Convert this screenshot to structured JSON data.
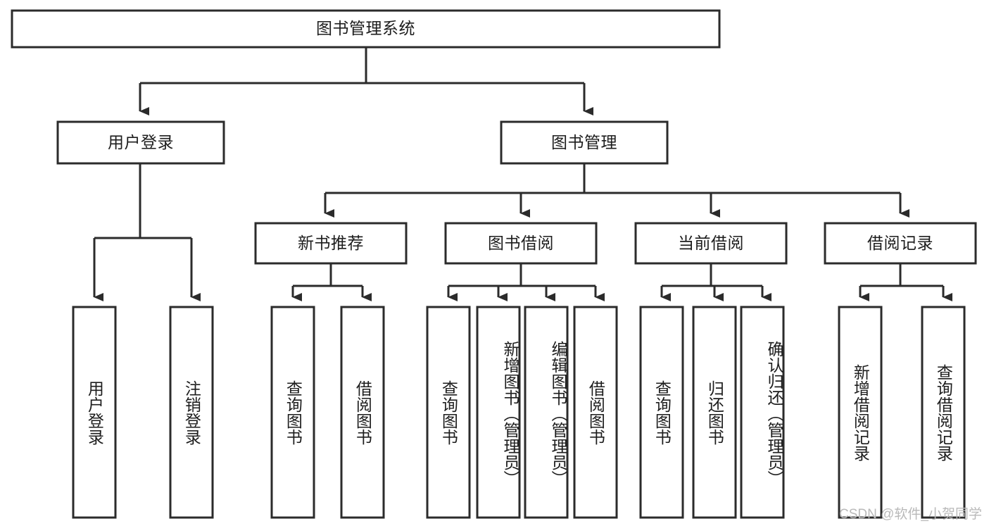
{
  "diagram": {
    "type": "tree-hierarchy",
    "title": "图书管理系统",
    "background_color": "#ffffff",
    "line_color": "#2b2b2b",
    "text_color": "#1d1d1d",
    "levels": 4,
    "nodes": {
      "root": {
        "label": "图书管理系统",
        "level": 0,
        "orientation": "horizontal"
      },
      "l1": [
        {
          "id": "user-login",
          "label": "用户登录",
          "orientation": "horizontal"
        },
        {
          "id": "book-manage",
          "label": "图书管理",
          "orientation": "horizontal"
        }
      ],
      "l2": [
        {
          "id": "new-book-recommend",
          "label": "新书推荐",
          "parent": "book-manage",
          "orientation": "horizontal"
        },
        {
          "id": "book-borrow",
          "label": "图书借阅",
          "parent": "book-manage",
          "orientation": "horizontal"
        },
        {
          "id": "current-borrow",
          "label": "当前借阅",
          "parent": "book-manage",
          "orientation": "horizontal"
        },
        {
          "id": "borrow-record",
          "label": "借阅记录",
          "parent": "book-manage",
          "orientation": "horizontal"
        }
      ],
      "leaves": [
        {
          "id": "leaf-user-login",
          "label": "用户登录",
          "parent": "user-login",
          "orientation": "vertical"
        },
        {
          "id": "leaf-logout-login",
          "label": "注销登录",
          "parent": "user-login",
          "orientation": "vertical"
        },
        {
          "id": "leaf-query-book-1",
          "label": "查询图书",
          "parent": "new-book-recommend",
          "orientation": "vertical"
        },
        {
          "id": "leaf-borrow-book-1",
          "label": "借阅图书",
          "parent": "new-book-recommend",
          "orientation": "vertical"
        },
        {
          "id": "leaf-query-book-2",
          "label": "查询图书",
          "parent": "book-borrow",
          "orientation": "vertical"
        },
        {
          "id": "leaf-add-book",
          "label": "新增图书（管理员）",
          "parent": "book-borrow",
          "orientation": "vertical"
        },
        {
          "id": "leaf-edit-book",
          "label": "编辑图书（管理员）",
          "parent": "book-borrow",
          "orientation": "vertical"
        },
        {
          "id": "leaf-borrow-book-2",
          "label": "借阅图书",
          "parent": "book-borrow",
          "orientation": "vertical"
        },
        {
          "id": "leaf-query-book-3",
          "label": "查询图书",
          "parent": "current-borrow",
          "orientation": "vertical"
        },
        {
          "id": "leaf-return-book",
          "label": "归还图书",
          "parent": "current-borrow",
          "orientation": "vertical"
        },
        {
          "id": "leaf-confirm-return",
          "label": "确认归还（管理员）",
          "parent": "current-borrow",
          "orientation": "vertical"
        },
        {
          "id": "leaf-add-record",
          "label": "新增借阅记录",
          "parent": "borrow-record",
          "orientation": "vertical"
        },
        {
          "id": "leaf-query-record",
          "label": "查询借阅记录",
          "parent": "borrow-record",
          "orientation": "vertical"
        }
      ]
    },
    "watermark": "CSDN @软件_小贺同学"
  }
}
